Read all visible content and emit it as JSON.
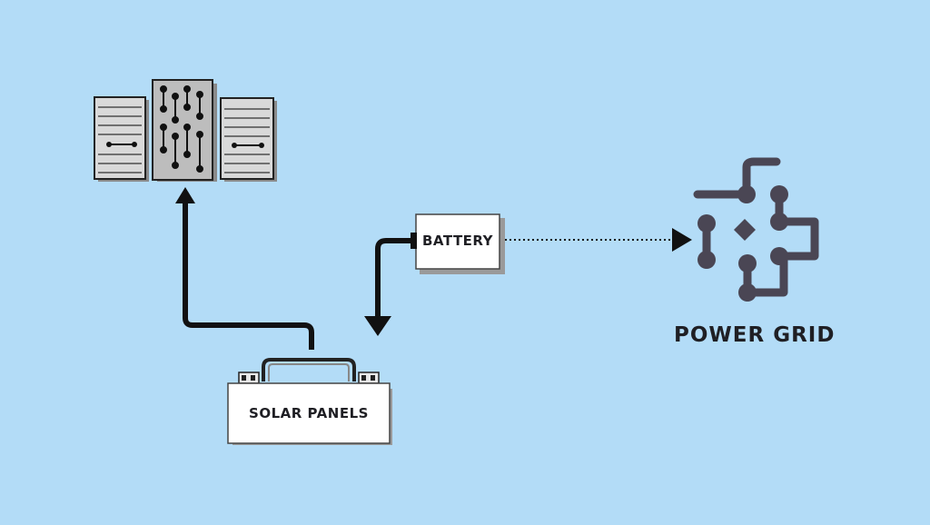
{
  "labels": {
    "battery": "BATTERY",
    "solar_panels": "SOLAR PANELS",
    "power_grid": "POWER GRID"
  },
  "colors": {
    "background": "#b3dcf7",
    "ink": "#111111",
    "grid_icon": "#4a4654",
    "box_fill": "#ffffff",
    "panel_fill": "#d9d9d9"
  },
  "icons": [
    "server-rack-icon",
    "power-grid-icon"
  ]
}
